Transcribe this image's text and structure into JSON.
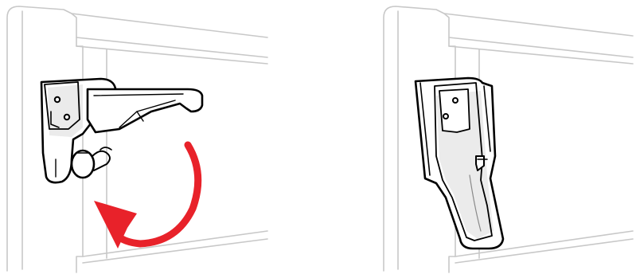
{
  "figure": {
    "panels": [
      {
        "id": "left",
        "state": "latch-open-arm-extended"
      },
      {
        "id": "right",
        "state": "latch-closed-arm-folded"
      }
    ],
    "arrow": {
      "color": "#e8222a",
      "icon": "curved-rotate-arrow"
    },
    "colors": {
      "frame_outline": "#c8c8c8",
      "device_outline": "#000000",
      "device_fill": "#ffffff",
      "shading": "#ebebeb"
    }
  }
}
